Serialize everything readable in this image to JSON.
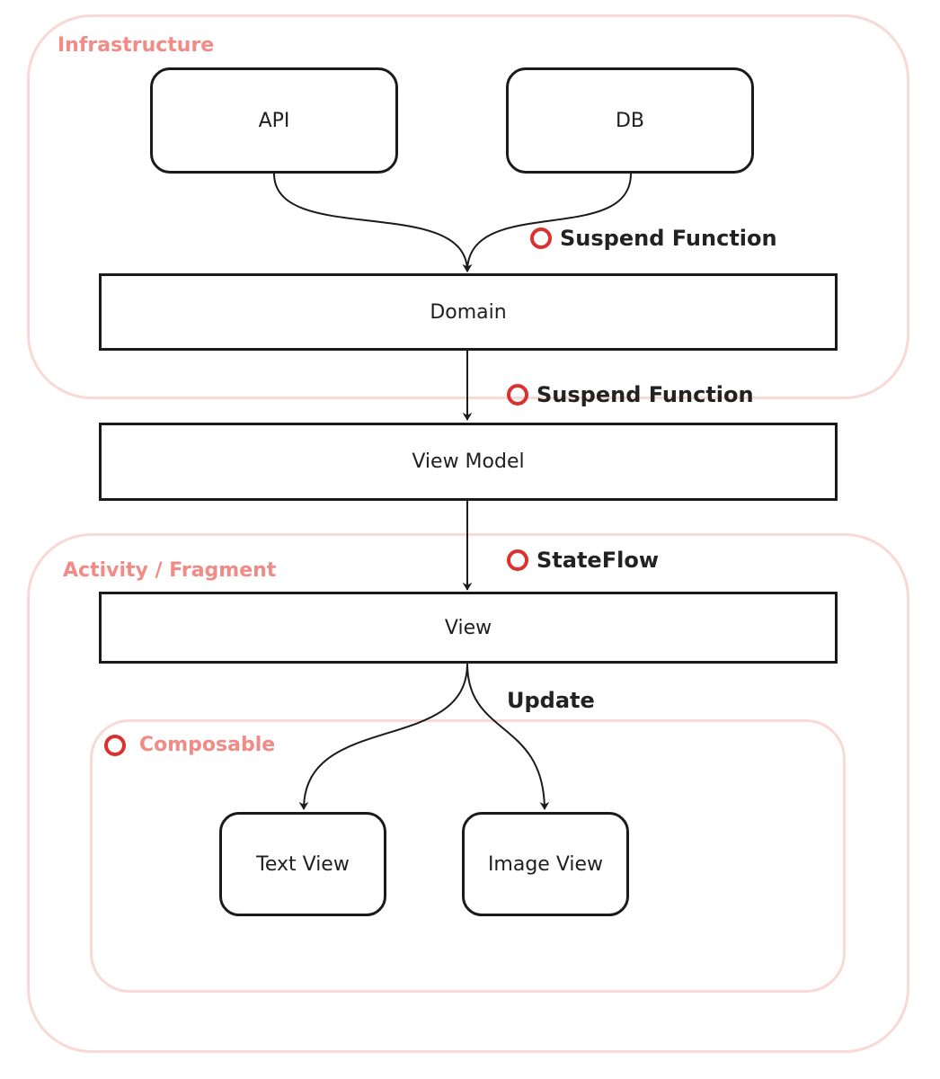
{
  "groups": {
    "infrastructure": "Infrastructure",
    "activity_fragment": "Activity / Fragment",
    "composable": "Composable"
  },
  "nodes": {
    "api": "API",
    "db": "DB",
    "domain": "Domain",
    "view_model": "View Model",
    "view": "View",
    "text_view": "Text View",
    "image_view": "Image View"
  },
  "edge_labels": {
    "db_to_domain": "Suspend Function",
    "domain_to_view_model": "Suspend Function",
    "view_model_to_view": "StateFlow",
    "view_to_children": "Update"
  },
  "colors": {
    "group_border": "#f8d9d6",
    "group_label": "#f08b86",
    "ring_marker": "#d9322f",
    "node_border": "#1a1a1a"
  }
}
